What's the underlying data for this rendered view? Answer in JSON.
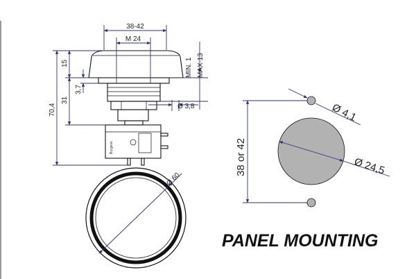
{
  "side_view": {
    "dim_outer_width": "38-42",
    "dim_thread": "M 24",
    "dim_min": "MIN. 1",
    "dim_max": "MAX 13",
    "dim_cap_height": "15",
    "dim_total_height": "70,4",
    "dim_body_height": "31",
    "dim_flange": "3,7",
    "dim_pin": "Ø 3,8",
    "switch_marking": "Burgess"
  },
  "top_view": {
    "dim_diameter": "Ø 60"
  },
  "panel_mounting": {
    "dim_spacing": "38 or 42",
    "dim_small_hole": "Ø 4,1",
    "dim_large_hole": "Ø 24,5",
    "title": "PANEL MOUNTING"
  },
  "colors": {
    "dimension_line": "#2c2f7a",
    "hole_fill": "#b2b2b2",
    "outline": "#111111"
  }
}
